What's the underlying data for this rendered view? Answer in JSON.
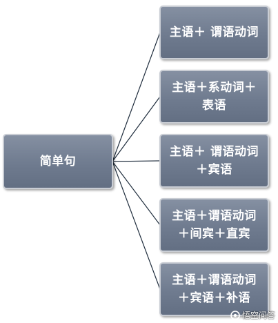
{
  "diagram": {
    "root": {
      "label": "简单句"
    },
    "children": [
      {
        "lines": [
          "主语＋ 谓语动词"
        ]
      },
      {
        "lines": [
          "主语＋系动词＋",
          "表语"
        ]
      },
      {
        "lines": [
          "主语＋ 谓语动词",
          "＋宾语"
        ]
      },
      {
        "lines": [
          "主语＋谓语动词",
          "＋间宾＋直宾"
        ]
      },
      {
        "lines": [
          "主语＋谓语动词",
          "＋宾语＋补语"
        ]
      }
    ]
  },
  "watermark": {
    "text": "悟空问答",
    "icon": "wukong-logo-icon"
  },
  "colors": {
    "node_fill": "#6f7b8f",
    "node_border": "#c9cdd4",
    "connector": "#1f2d3d",
    "text": "#ffffff"
  }
}
